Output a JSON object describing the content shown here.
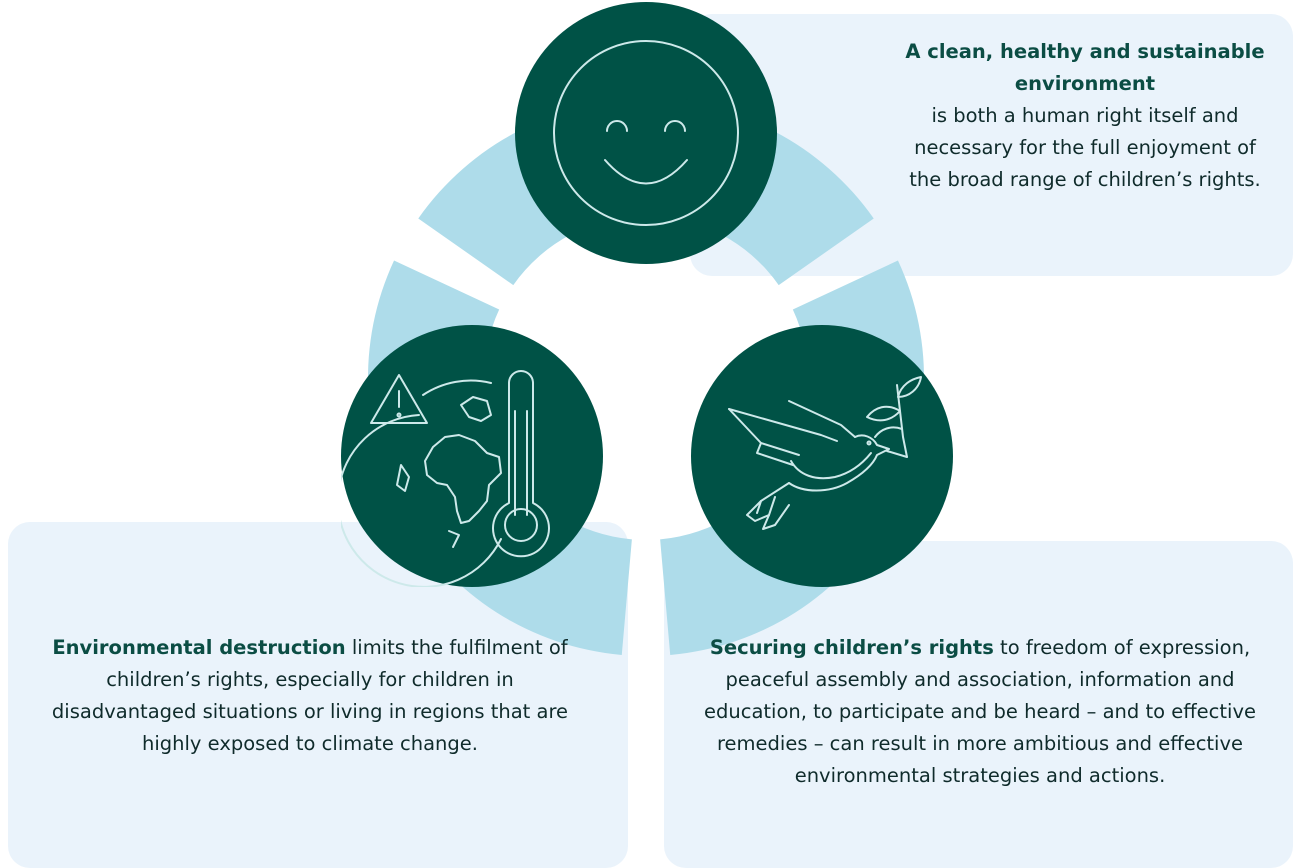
{
  "top": {
    "title": "A clean, healthy and sustainable environment",
    "body": "is both a human right itself and necessary for the full enjoyment of the broad range of children’s rights."
  },
  "left": {
    "title": "Environmental destruction",
    "body": "limits the fulfilment of children’s rights, especially for children in disadvantaged situations or living in regions that are highly exposed to climate change."
  },
  "right": {
    "title": "Securing children’s rights",
    "body": "to freedom of expression, peaceful assembly and association, information and education, to participate and be heard – and to effective remedies – can result in more ambitious and effective environmental strategies and actions."
  },
  "icons": {
    "top": "smiley-face-icon",
    "left": "earth-warning-thermometer-icon",
    "right": "dove-olive-branch-icon"
  },
  "colors": {
    "panel": "#eaf3fb",
    "ring": "#aedcea",
    "circle": "#005246",
    "icon_stroke": "#cde9ea",
    "title_text": "#0b4d44"
  }
}
